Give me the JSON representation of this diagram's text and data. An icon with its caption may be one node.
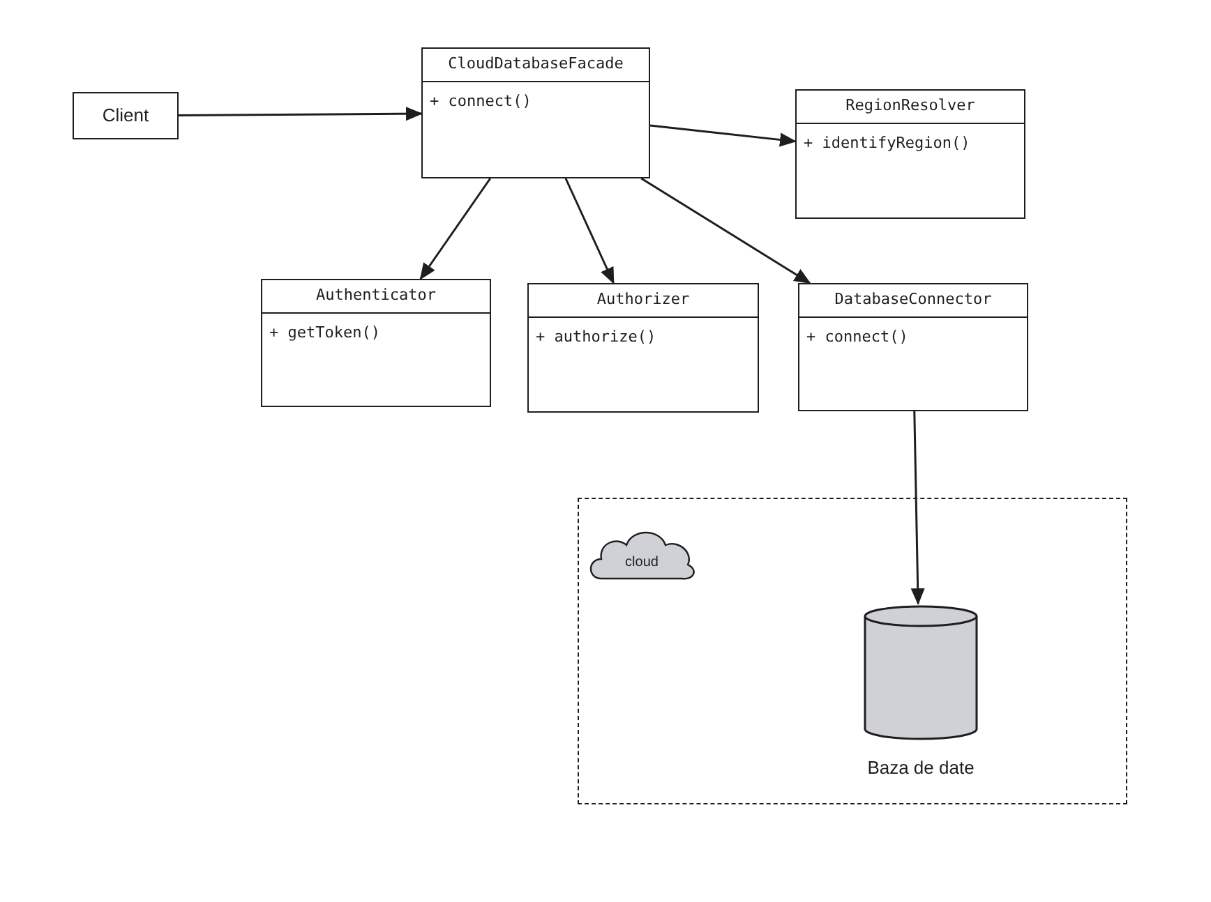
{
  "diagram": {
    "nodes": [
      {
        "text": [
          "Client"
        ]
      },
      {
        "text": [
          "CloudDatabaseFacade",
          "+ connect()"
        ]
      },
      {
        "text": [
          "RegionResolver",
          "+ identifyRegion()"
        ]
      },
      {
        "text": [
          "Authenticator",
          "+ getToken()"
        ]
      },
      {
        "text": [
          "Authorizer",
          "+ authorize()"
        ]
      },
      {
        "text": [
          "DatabaseConnector",
          "+ connect()"
        ]
      },
      {
        "text": [],
        "shape": "box"
      },
      {
        "text": [
          "cloud"
        ],
        "in": 6
      },
      {
        "text": [],
        "shape": "cylinder",
        "beside": [
          "Baza de date"
        ],
        "in": 6
      }
    ],
    "edges": [
      {
        "from": 0,
        "to": 1,
        "arrow": "to"
      },
      {
        "from": 1,
        "to": 2,
        "arrow": "to"
      },
      {
        "from": 1,
        "to": 3,
        "arrow": "to"
      },
      {
        "from": 1,
        "to": 4,
        "arrow": "to"
      },
      {
        "from": 1,
        "to": 5,
        "arrow": "to"
      },
      {
        "from": 5,
        "to": 8,
        "arrow": "to"
      }
    ]
  }
}
